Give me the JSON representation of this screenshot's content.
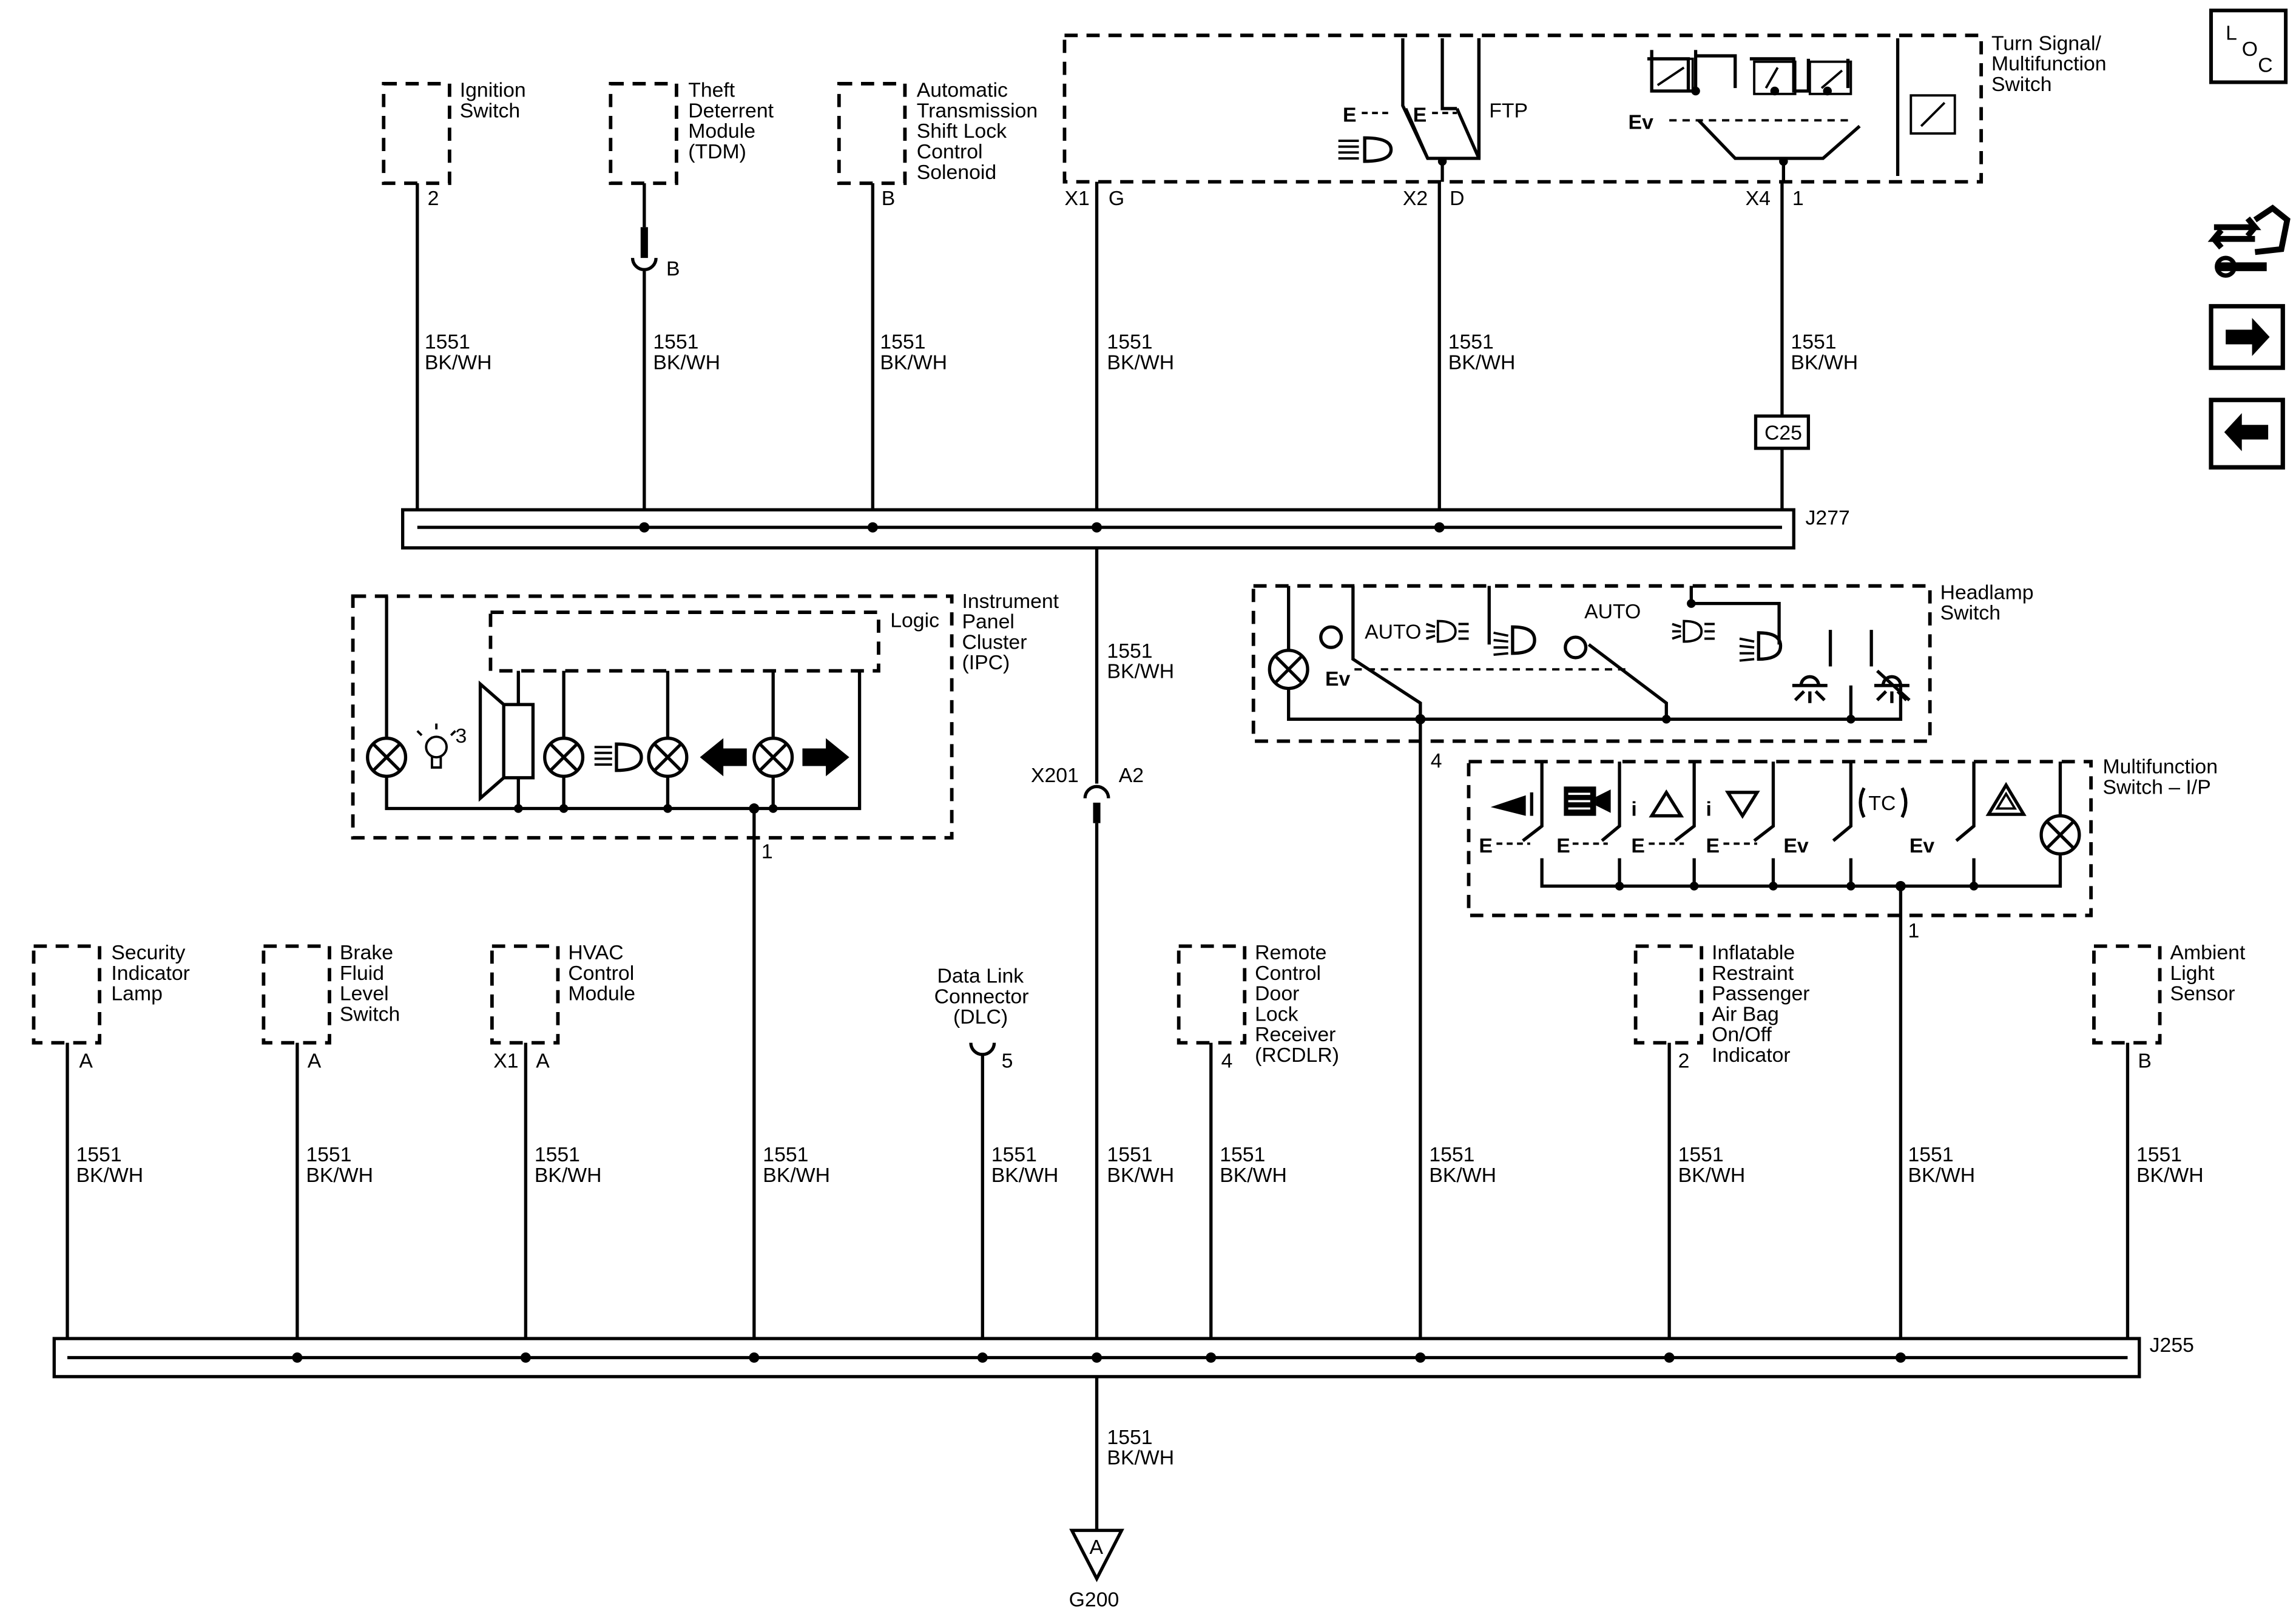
{
  "components": {
    "ignition_switch": {
      "name": [
        "Ignition",
        "Switch"
      ],
      "pin": "2"
    },
    "tdm": {
      "name": [
        "Theft",
        "Deterrent",
        "Module",
        "(TDM)"
      ],
      "pin": "B"
    },
    "shift_lock": {
      "name": [
        "Automatic",
        "Transmission",
        "Shift Lock",
        "Control",
        "Solenoid"
      ],
      "pin": "B"
    },
    "turn_signal": {
      "name": [
        "Turn Signal/",
        "Multifunction",
        "Switch"
      ],
      "ftp": "FTP",
      "conn1": "X1",
      "pin1": "G",
      "conn2": "X2",
      "pin2": "D",
      "conn3": "X4",
      "pin3": "1",
      "connector": "C25"
    },
    "ipc": {
      "name": [
        "Instrument",
        "Panel",
        "Cluster",
        "(IPC)"
      ],
      "logic": "Logic",
      "bulb_num": "3",
      "pin": "1"
    },
    "headlamp_switch": {
      "name": [
        "Headlamp",
        "Switch"
      ],
      "auto1": "AUTO",
      "auto2": "AUTO",
      "pin": "4"
    },
    "mfs_ip": {
      "name": [
        "Multifunction",
        "Switch – I/P"
      ],
      "tc": "TC",
      "pin": "1"
    },
    "security_lamp": {
      "name": [
        "Security",
        "Indicator",
        "Lamp"
      ],
      "pin": "A"
    },
    "brake_fluid": {
      "name": [
        "Brake",
        "Fluid",
        "Level",
        "Switch"
      ],
      "pin": "A"
    },
    "hvac": {
      "name": [
        "HVAC",
        "Control",
        "Module"
      ],
      "conn": "X1",
      "pin": "A"
    },
    "dlc": {
      "name": [
        "Data Link",
        "Connector",
        "(DLC)"
      ],
      "pin": "5"
    },
    "rcdlr": {
      "name": [
        "Remote",
        "Control",
        "Door",
        "Lock",
        "Receiver",
        "(RCDLR)"
      ],
      "pin": "4"
    },
    "airbag_ind": {
      "name": [
        "Inflatable",
        "Restraint",
        "Passenger",
        "Air Bag",
        "On/Off",
        "Indicator"
      ],
      "pin": "2"
    },
    "ambient": {
      "name": [
        "Ambient",
        "Light",
        "Sensor"
      ],
      "pin": "B"
    }
  },
  "wire": {
    "circuit": "1551",
    "color": "BK/WH"
  },
  "splices": {
    "top": "J277",
    "bottom": "J255"
  },
  "inline": {
    "connector": "X201",
    "pin": "A2"
  },
  "ground": {
    "name": "G200",
    "letter": "A"
  },
  "nav": {
    "loc": [
      "L",
      "O",
      "C"
    ]
  },
  "icons": [
    "loc-icon",
    "connector-end-view-icon",
    "next-page-arrow-icon",
    "previous-page-arrow-icon"
  ]
}
